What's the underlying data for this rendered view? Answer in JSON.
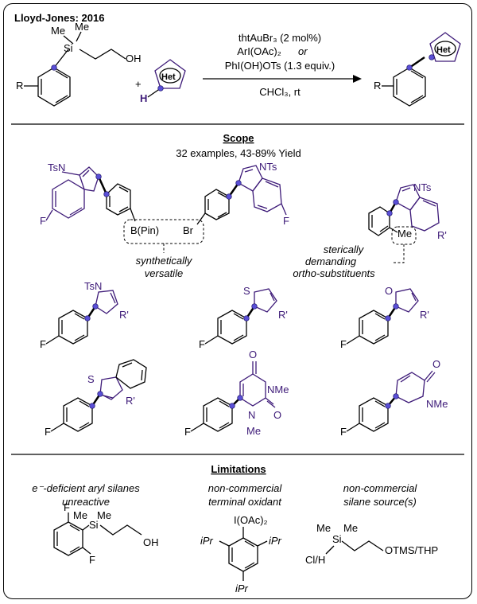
{
  "header": {
    "title": "Lloyd-Jones: 2016"
  },
  "reaction": {
    "reagent_1": "thtAuBr₃ (2 mol%)",
    "reagent_2a": "ArI(OAc)₂",
    "reagent_2b": "or",
    "reagent_3": "PhI(OH)OTs (1.3 equiv.)",
    "conditions": "CHCl₃, rt",
    "plus": "+",
    "het": "Het",
    "silane_me1": "Me",
    "silane_me2": "Me",
    "silane_si": "Si",
    "silane_oh": "OH",
    "r": "R",
    "h": "H"
  },
  "scope": {
    "heading": "Scope",
    "summary": "32 examples, 43-89% Yield",
    "note_versatile_1": "synthetically",
    "note_versatile_2": "versatile",
    "note_steric_1": "sterically",
    "note_steric_2": "demanding",
    "note_steric_3": "ortho-substituents",
    "lbl_tsn": "TsN",
    "lbl_nts": "NTs",
    "lbl_f": "F",
    "lbl_bpin": "B(Pin)",
    "lbl_br": "Br",
    "lbl_me": "Me",
    "lbl_rp": "R'",
    "lbl_s": "S",
    "lbl_o": "O",
    "lbl_nme": "NMe",
    "lbl_n": "N"
  },
  "limitations": {
    "heading": "Limitations",
    "col1_1": "e⁻-deficient aryl silanes",
    "col1_2": "unreactive",
    "col2_1": "non-commercial",
    "col2_2": "terminal oxidant",
    "col3_1": "non-commercial",
    "col3_2": "silane source(s)",
    "oxidant_top": "I(OAc)₂",
    "ipr": "iPr",
    "silane_end": "OTMS/THP",
    "clh": "Cl/H"
  }
}
